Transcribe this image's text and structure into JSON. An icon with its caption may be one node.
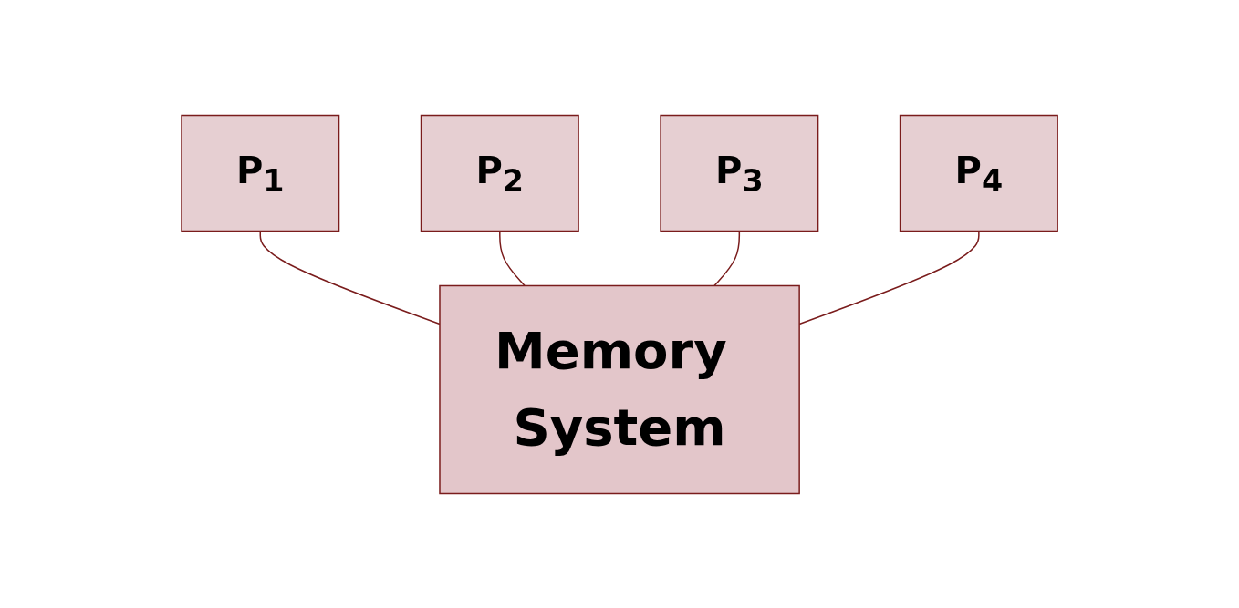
{
  "diagram": {
    "nodes": [
      {
        "text": [
          "P$_{1}$"
        ]
      },
      {
        "text": [
          "P$_{2}$"
        ]
      },
      {
        "text": [
          "P$_{3}$"
        ]
      },
      {
        "text": [
          "P$_{4}$"
        ]
      },
      {
        "text": [
          "Memory System"
        ]
      }
    ],
    "edges": [
      {
        "from": 0,
        "to": 4,
        "arrow": "none"
      },
      {
        "from": 1,
        "to": 4,
        "arrow": "none"
      },
      {
        "from": 2,
        "to": 4,
        "arrow": "none"
      },
      {
        "from": 3,
        "to": 4,
        "arrow": "none"
      }
    ]
  }
}
